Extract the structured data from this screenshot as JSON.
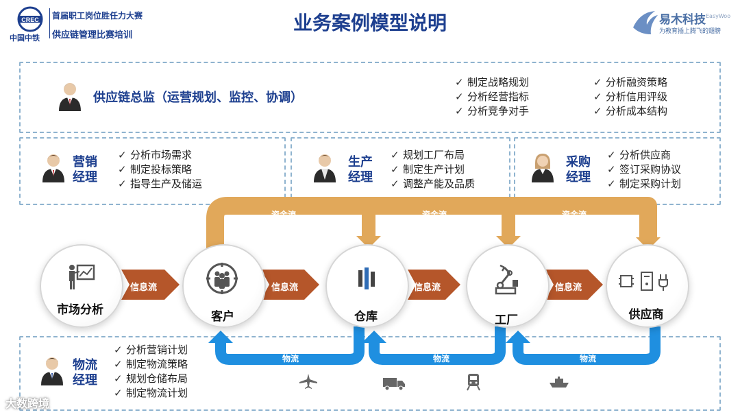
{
  "header": {
    "org_line1": "首届职工岗位胜任力大赛",
    "org_line2": "供应链管理比赛培训",
    "logo_text": "中国中铁",
    "title": "业务案例模型说明",
    "brand_name": "易木科技",
    "brand_en": "EasyWoo",
    "brand_slogan": "为教育插上腾飞的翅膀"
  },
  "director": {
    "title": "供应链总监（运营规划、监控、协调）",
    "tasks_col1": [
      "制定战略规划",
      "分析经营指标",
      "分析竞争对手"
    ],
    "tasks_col2": [
      "分析融资策略",
      "分析信用评级",
      "分析成本结构"
    ]
  },
  "marketing": {
    "title_line1": "营销",
    "title_line2": "经理",
    "tasks": [
      "分析市场需求",
      "制定投标策略",
      "指导生产及储运"
    ]
  },
  "production": {
    "title_line1": "生产",
    "title_line2": "经理",
    "tasks": [
      "规划工厂布局",
      "制定生产计划",
      "调整产能及品质"
    ]
  },
  "purchasing": {
    "title_line1": "采购",
    "title_line2": "经理",
    "tasks": [
      "分析供应商",
      "签订采购协议",
      "制定采购计划"
    ]
  },
  "logistics": {
    "title_line1": "物流",
    "title_line2": "经理",
    "tasks": [
      "分析营销计划",
      "制定物流策略",
      "规划仓储布局",
      "制定物流计划"
    ]
  },
  "nodes": {
    "market": "市场分析",
    "customer": "客户",
    "warehouse": "仓库",
    "factory": "工厂",
    "supplier": "供应商"
  },
  "flows": {
    "capital": "资金流",
    "info": "信息流",
    "logistics": "物流"
  },
  "colors": {
    "capital": "#e1a85a",
    "info": "#b5562a",
    "logistics": "#1f8fe0",
    "title": "#1d3f8f"
  },
  "transport_icons": [
    "airplane-icon",
    "truck-icon",
    "train-icon",
    "ship-icon"
  ],
  "watermark": "大数跨境"
}
